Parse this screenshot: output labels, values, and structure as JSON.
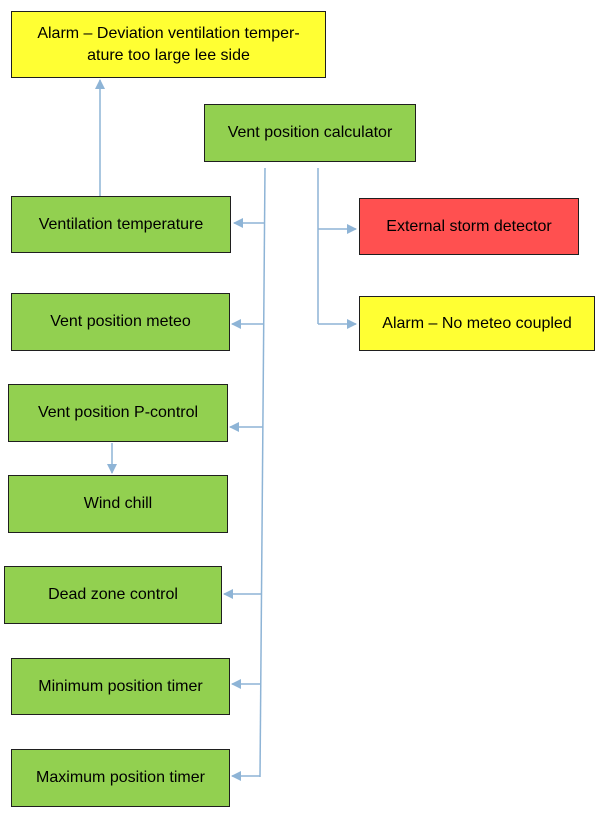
{
  "colors": {
    "module": "#92d050",
    "alarm": "#ffff33",
    "external": "#ff5050",
    "connector": "#8eb4d6"
  },
  "diagram": {
    "alarm_deviation": "Alarm – Deviation ventilation temper-ature too large lee side",
    "alarm_deviation_line1": "Alarm – Deviation ventilation temper-",
    "alarm_deviation_line2": "ature too large lee side",
    "vent_position_calculator": "Vent position calculator",
    "ventilation_temperature": "Ventilation temperature",
    "external_storm_detector": "External storm detector",
    "vent_position_meteo": "Vent position meteo",
    "alarm_no_meteo": "Alarm – No meteo coupled",
    "vent_position_p_control": "Vent position P-control",
    "wind_chill": "Wind chill",
    "dead_zone_control": "Dead zone control",
    "minimum_position_timer": "Minimum position timer",
    "maximum_position_timer": "Maximum position timer"
  }
}
